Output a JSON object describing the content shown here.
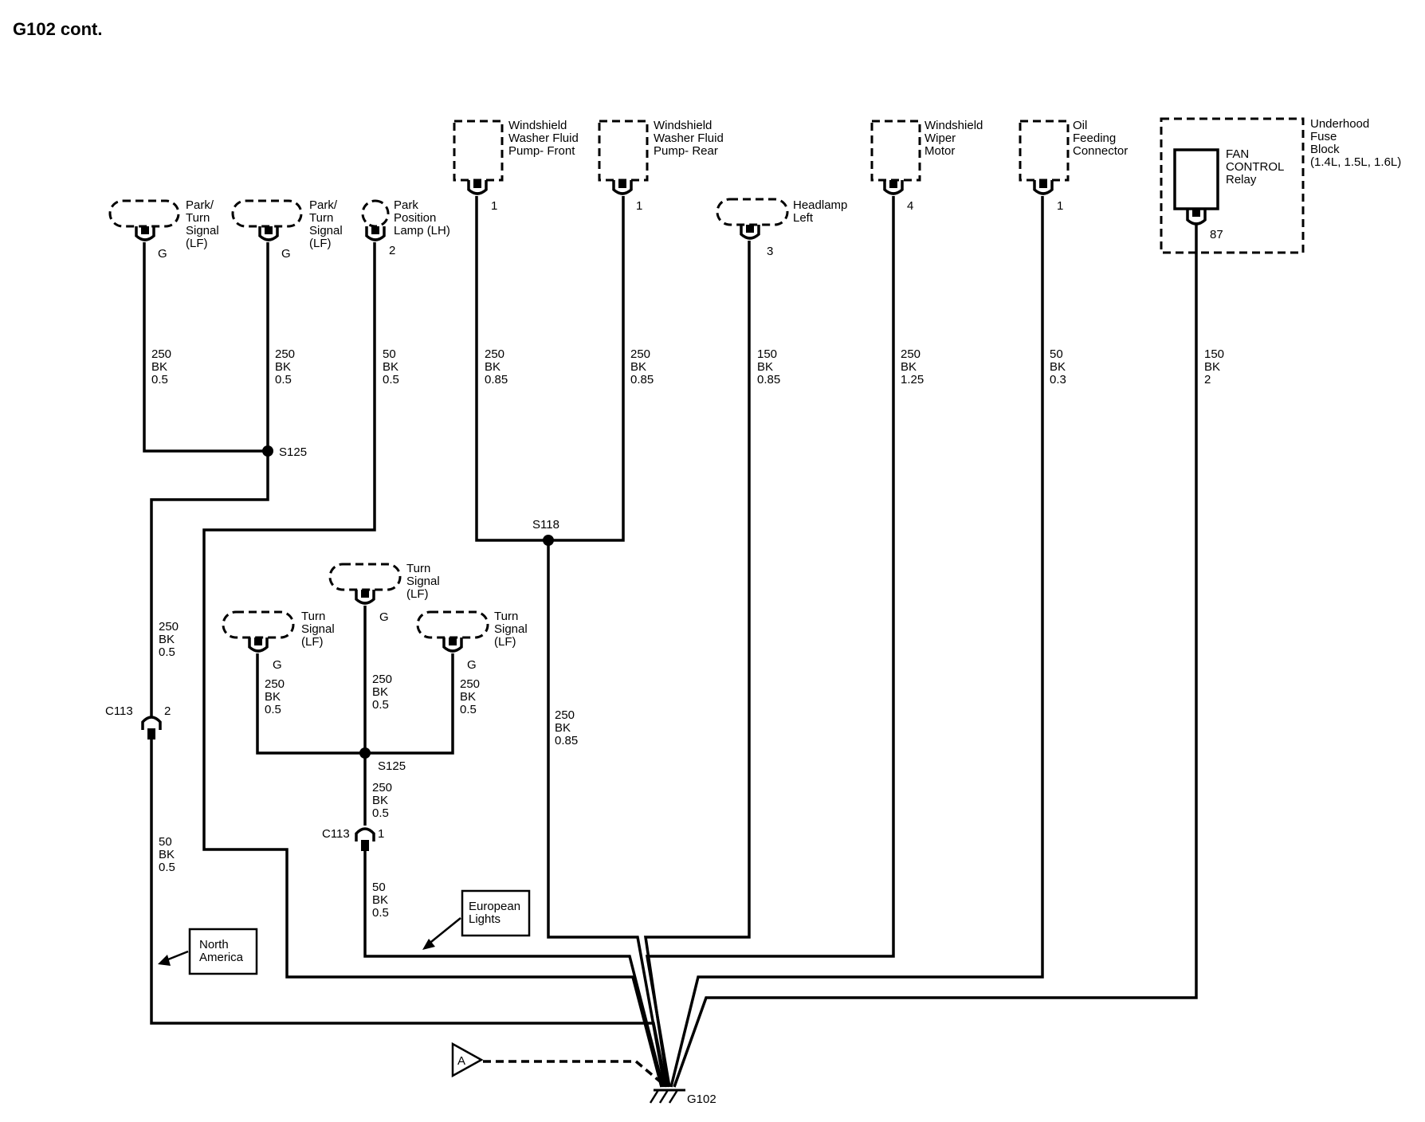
{
  "title": "G102 cont.",
  "components": {
    "park_turn_1": [
      "Park/",
      "Turn",
      "Signal",
      "(LF)"
    ],
    "park_turn_2": [
      "Park/",
      "Turn",
      "Signal",
      "(LF)"
    ],
    "park_position": [
      "Park",
      "Position",
      "Lamp (LH)"
    ],
    "washer_front": [
      "Windshield",
      "Washer Fluid",
      "Pump- Front"
    ],
    "washer_rear": [
      "Windshield",
      "Washer Fluid",
      "Pump- Rear"
    ],
    "headlamp": [
      "Headlamp",
      "Left"
    ],
    "wiper": [
      "Windshield",
      "Wiper",
      "Motor"
    ],
    "oil": [
      "Oil",
      "Feeding",
      "Connector"
    ],
    "fuse_block": [
      "Underhood",
      "Fuse",
      "Block",
      "(1.4L, 1.5L, 1.6L)"
    ],
    "relay": [
      "FAN",
      "CONTROL",
      "Relay"
    ],
    "turn_center": [
      "Turn",
      "Signal",
      "(LF)"
    ],
    "turn_left": [
      "Turn",
      "Signal",
      "(LF)"
    ],
    "turn_right": [
      "Turn",
      "Signal",
      "(LF)"
    ]
  },
  "pins": {
    "park_turn_1": "G",
    "park_turn_2": "G",
    "park_position": "2",
    "washer_front": "1",
    "washer_rear": "1",
    "headlamp": "3",
    "wiper": "4",
    "oil": "1",
    "relay": "87",
    "turn_center": "G",
    "turn_left": "G",
    "turn_right": "G",
    "c113_left": "2",
    "c113_mid": "1"
  },
  "wires": {
    "w1": [
      "250",
      "BK",
      "0.5"
    ],
    "w2": [
      "250",
      "BK",
      "0.5"
    ],
    "w3": [
      "50",
      "BK",
      "0.5"
    ],
    "w4": [
      "250",
      "BK",
      "0.85"
    ],
    "w5": [
      "250",
      "BK",
      "0.85"
    ],
    "w6": [
      "150",
      "BK",
      "0.85"
    ],
    "w7": [
      "250",
      "BK",
      "1.25"
    ],
    "w8": [
      "50",
      "BK",
      "0.3"
    ],
    "w9": [
      "150",
      "BK",
      "2"
    ],
    "w10": [
      "250",
      "BK",
      "0.5"
    ],
    "w11": [
      "50",
      "BK",
      "0.5"
    ],
    "w12": [
      "250",
      "BK",
      "0.5"
    ],
    "w13": [
      "250",
      "BK",
      "0.5"
    ],
    "w14": [
      "250",
      "BK",
      "0.5"
    ],
    "w15": [
      "250",
      "BK",
      "0.5"
    ],
    "w16": [
      "50",
      "BK",
      "0.5"
    ],
    "w17": [
      "250",
      "BK",
      "0.85"
    ]
  },
  "splices": {
    "s125_top": "S125",
    "s118": "S118",
    "s125_bottom": "S125"
  },
  "connectors": {
    "c113_left": "C113",
    "c113_mid": "C113"
  },
  "notes": {
    "european": [
      "European",
      "Lights"
    ],
    "north_america": [
      "North",
      "America"
    ]
  },
  "ground": "G102",
  "ref": "A"
}
